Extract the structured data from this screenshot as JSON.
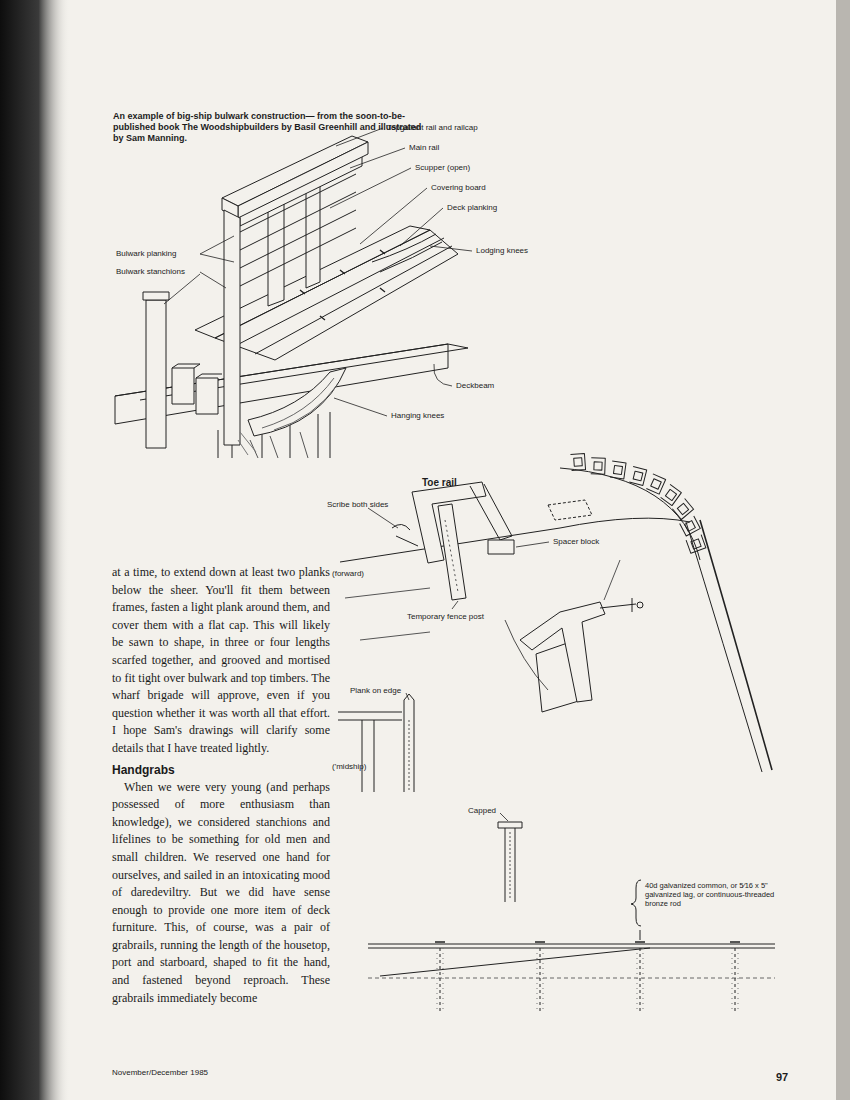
{
  "diagram": {
    "caption": "An example of big-ship bulwark construction— from the soon-to-be-published book The Woodshipbuilders by Basil Greenhill and illustrated by Sam Manning.",
    "labels": [
      "Topgallant rail and railcap",
      "Main rail",
      "Scupper (open)",
      "Covering board",
      "Deck planking",
      "Lodging knees",
      "Bulwark planking",
      "Bulwark stanchions",
      "Deckbeam",
      "Hanging knees",
      "Toe rail",
      "Scribe both sides",
      "Spacer block",
      "(forward)",
      "Temporary fence post",
      "at a time, to extend down at least two planks below the sheer. You'll fit them between frames, fasten a light plank around them, and cover them with a flat cap. This will likely be sawn to shape, in three or four lengths scarfed together, and grooved and mortised to fit tight over bulwark and top timbers. The wharf brigade will approve, even if you question whether it was worth all that effort. I hope Sam's drawings will clarify some details that I have treated lightly.",
      "Plank on edge",
      "Handgrabs",
      "When we were very young (and perhaps possessed of more enthusiasm than knowledge), we considered stanchions and lifelines to be something for old men and small children. We reserved one hand for ourselves, and sailed in an intoxicating mood of daredeviltry. But we did have sense enough to provide one more item of deck furniture. This, of course, was a pair of grabrails, running the length of the housetop, port and starboard, shaped to fit the hand, and fastened beyond reproach. These grabrails immediately become",
      "('midship)",
      "Capped",
      "40d galvanized common, or 5⁄16 x 5\" galvanized lag, or continuous-threaded bronze rod",
      "November/December 1985",
      "97"
    ]
  }
}
